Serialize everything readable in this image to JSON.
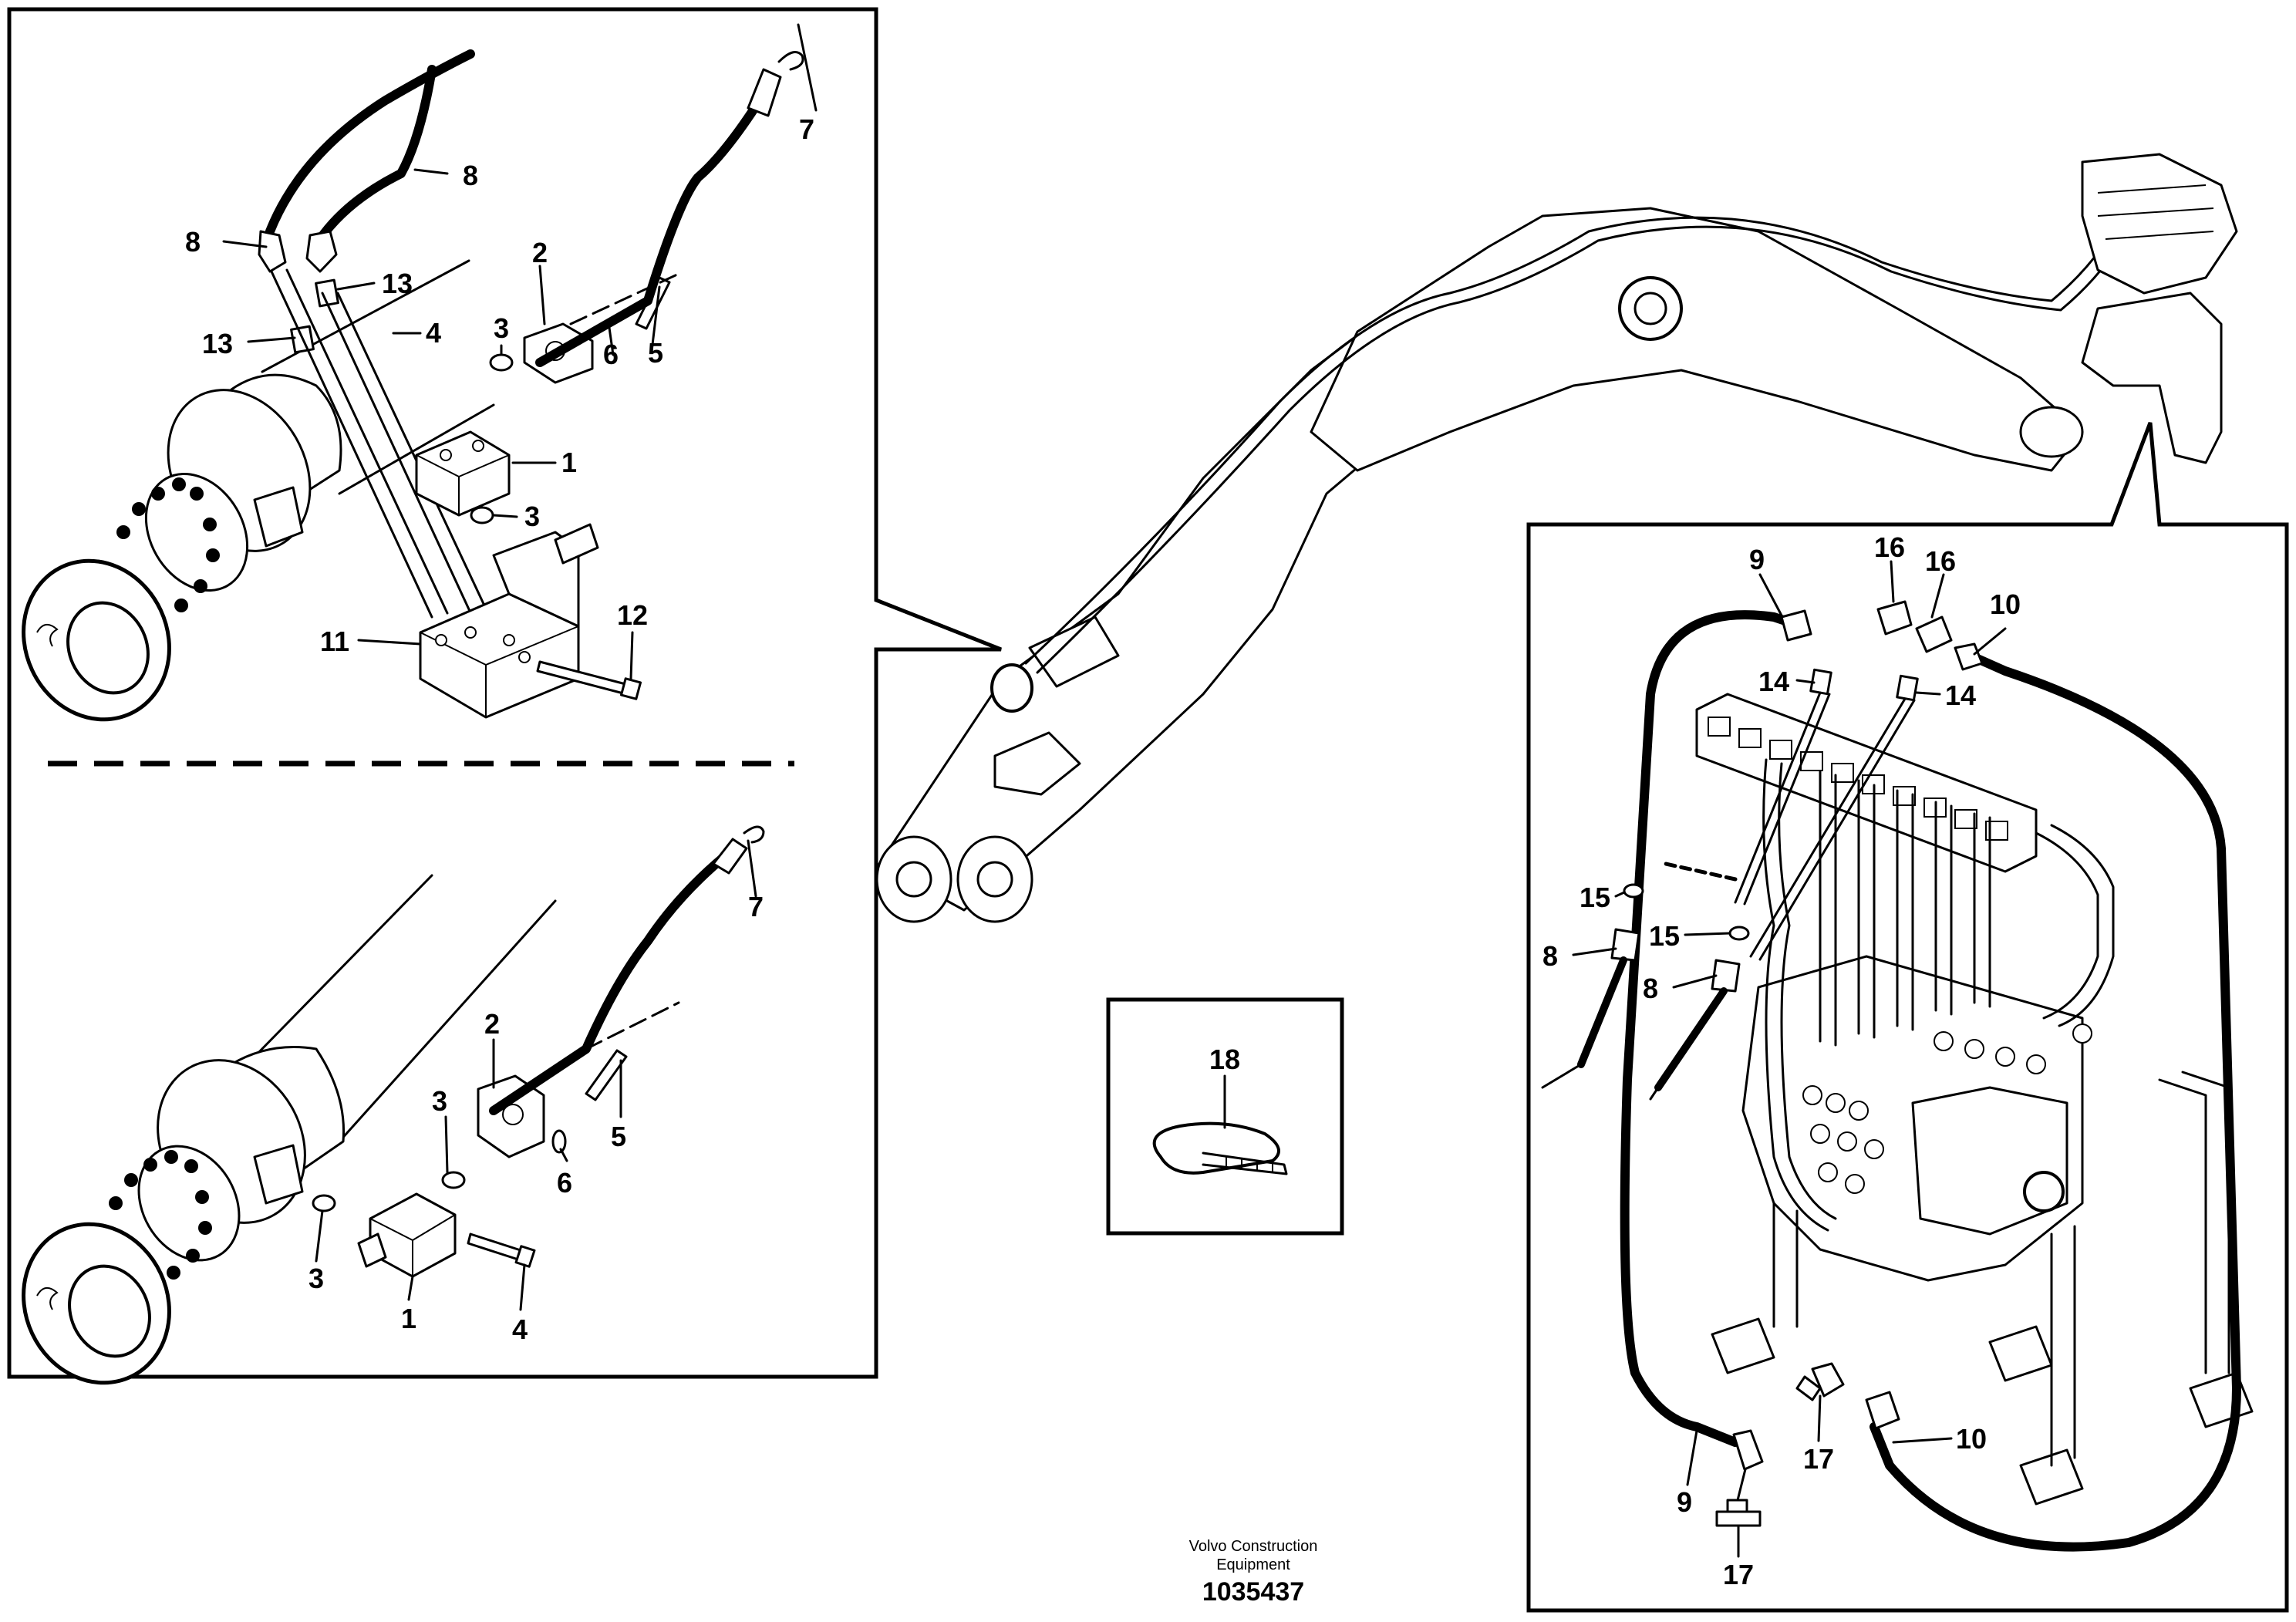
{
  "footer": {
    "publisher_line1": "Volvo Construction",
    "publisher_line2": "Equipment",
    "diagram_number": "1035437"
  },
  "left_upper_labels": [
    "7",
    "8",
    "8",
    "13",
    "13",
    "2",
    "4",
    "3",
    "5",
    "6",
    "1",
    "3",
    "11",
    "12"
  ],
  "left_lower_labels": [
    "7",
    "2",
    "3",
    "5",
    "6",
    "3",
    "1",
    "4"
  ],
  "accessory_label": "18",
  "right_inset_labels": [
    "9",
    "16",
    "16",
    "10",
    "14",
    "14",
    "15",
    "15",
    "8",
    "8",
    "10",
    "9",
    "17",
    "17"
  ]
}
